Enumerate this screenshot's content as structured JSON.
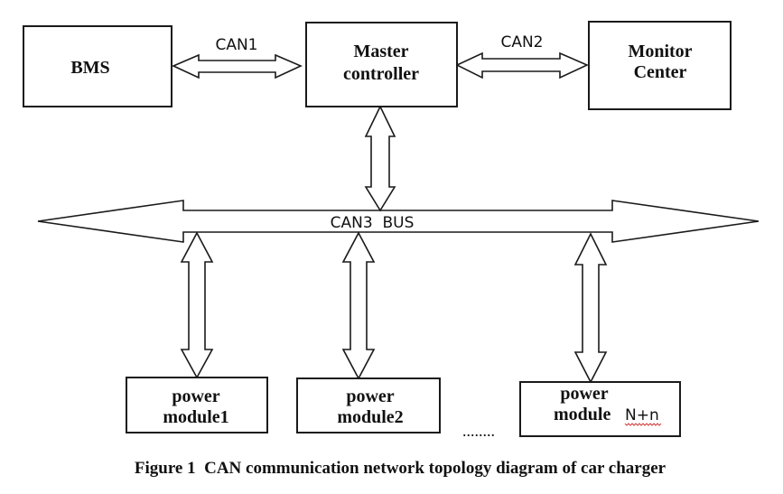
{
  "diagram": {
    "nodes": {
      "bms": {
        "label": "BMS"
      },
      "master": {
        "line1": "Master",
        "line2": "controller"
      },
      "monitor": {
        "line1": "Monitor",
        "line2": "Center"
      },
      "pm1": {
        "line1": "power",
        "line2": "module1"
      },
      "pm2": {
        "line1": "power",
        "line2": "module2"
      },
      "pmn": {
        "line1": "power",
        "line2": "module",
        "suffix": "N+n"
      }
    },
    "links": {
      "can1": "CAN1",
      "can2": "CAN2",
      "bus": "CAN3  BUS"
    },
    "ellipsis": "........",
    "edges": [
      {
        "from": "BMS",
        "to": "Master controller",
        "via": "CAN1",
        "direction": "bidirectional"
      },
      {
        "from": "Master controller",
        "to": "Monitor Center",
        "via": "CAN2",
        "direction": "bidirectional"
      },
      {
        "from": "Master controller",
        "to": "CAN3 BUS",
        "direction": "bidirectional"
      },
      {
        "from": "power module1",
        "to": "CAN3 BUS",
        "direction": "bidirectional"
      },
      {
        "from": "power module2",
        "to": "CAN3 BUS",
        "direction": "bidirectional"
      },
      {
        "from": "power module N+n",
        "to": "CAN3 BUS",
        "direction": "bidirectional"
      }
    ]
  },
  "caption": "Figure 1  CAN communication network topology diagram of car charger"
}
